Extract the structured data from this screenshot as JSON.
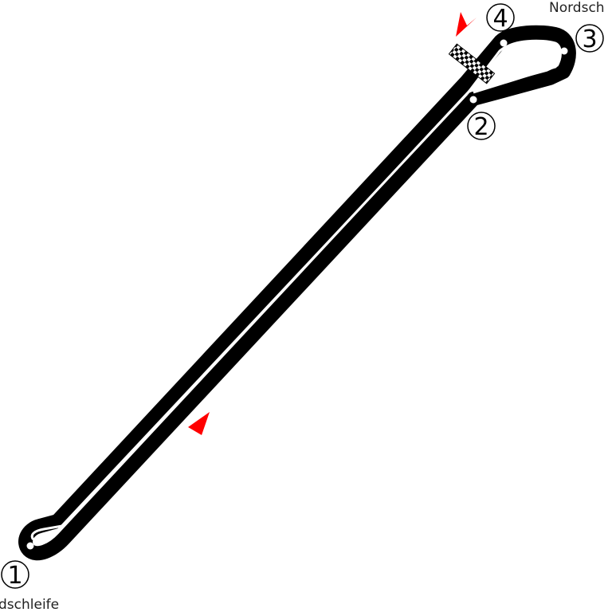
{
  "map": {
    "corners": [
      {
        "number": "1"
      },
      {
        "number": "2"
      },
      {
        "number": "3"
      },
      {
        "number": "4"
      }
    ],
    "labels": {
      "bottom_left": "dschleife",
      "top_right": "Nordsch"
    },
    "colors": {
      "track": "#000000",
      "track_inner_line": "#ffffff",
      "direction_arrow": "#ff0000",
      "background": "#ffffff"
    },
    "icons": [
      "finish-line-icon",
      "direction-arrow-icon",
      "corner-marker-icon"
    ]
  }
}
